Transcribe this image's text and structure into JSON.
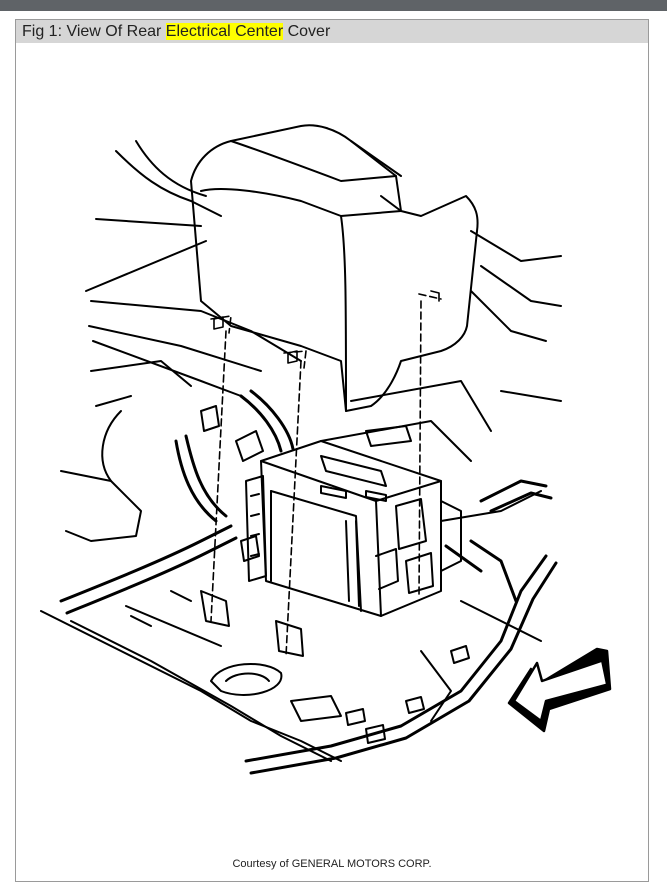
{
  "figure": {
    "title_prefix": "Fig 1: View Of Rear ",
    "title_highlight": "Electrical Center",
    "title_suffix": " Cover",
    "highlight_color": "#ffff00",
    "courtesy": "Courtesy of GENERAL MOTORS CORP."
  }
}
